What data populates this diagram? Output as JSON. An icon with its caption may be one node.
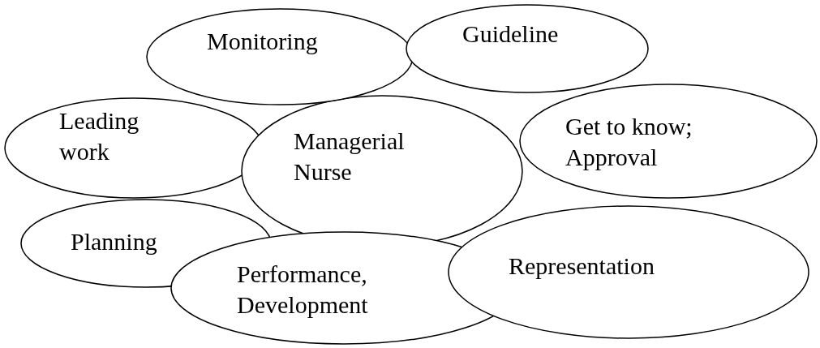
{
  "diagram": {
    "nodes": [
      {
        "text": [
          "Monitoring"
        ]
      },
      {
        "text": [
          "Guideline"
        ]
      },
      {
        "text": [
          "Leading work"
        ]
      },
      {
        "text": [
          "Managerial Nurse"
        ]
      },
      {
        "text": [
          "Get to know; Approval"
        ]
      },
      {
        "text": [
          "Planning"
        ]
      },
      {
        "text": [
          "Representation"
        ]
      },
      {
        "text": [
          "Performance, Development"
        ]
      }
    ]
  }
}
